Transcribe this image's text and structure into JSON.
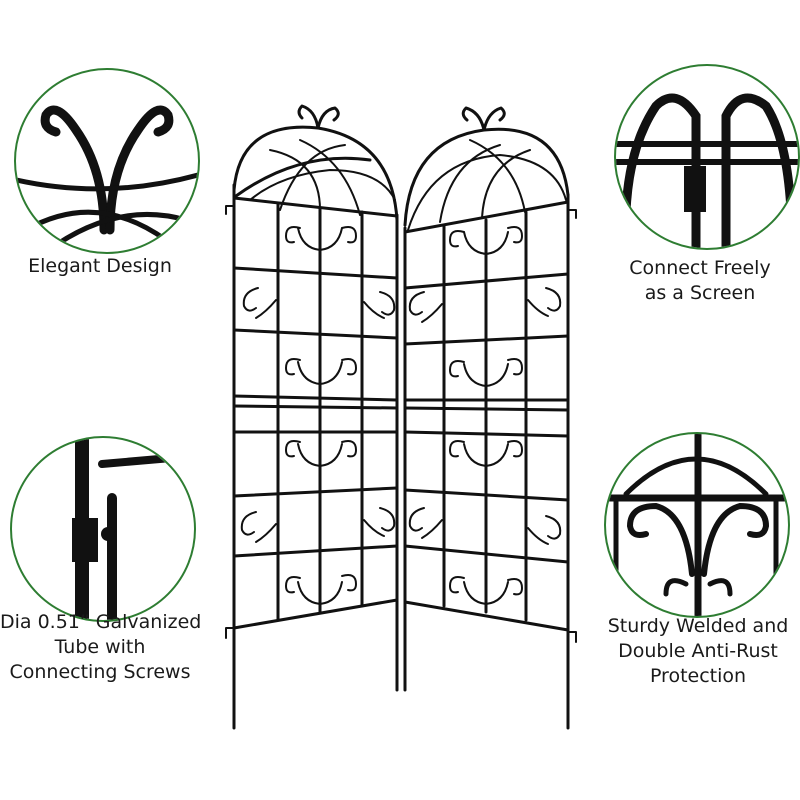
{
  "features": [
    {
      "id": "elegant-design",
      "icon": "scroll-detail-icon",
      "lines": [
        "Elegant Design"
      ]
    },
    {
      "id": "connect-freely",
      "icon": "joint-detail-icon",
      "lines": [
        "Connect Freely",
        "as a Screen"
      ]
    },
    {
      "id": "galvanized-tube",
      "icon": "tube-screw-detail-icon",
      "lines": [
        "Dia 0.51” Galvanized",
        "Tube with",
        "Connecting Screws"
      ]
    },
    {
      "id": "sturdy-welded",
      "icon": "welded-scroll-detail-icon",
      "lines": [
        "Sturdy Welded and",
        "Double Anti-Rust",
        "Protection"
      ]
    }
  ],
  "colors": {
    "circle_border": "#2e7d32",
    "metal": "#111111",
    "text": "#1a1a1a",
    "background": "#ffffff"
  }
}
